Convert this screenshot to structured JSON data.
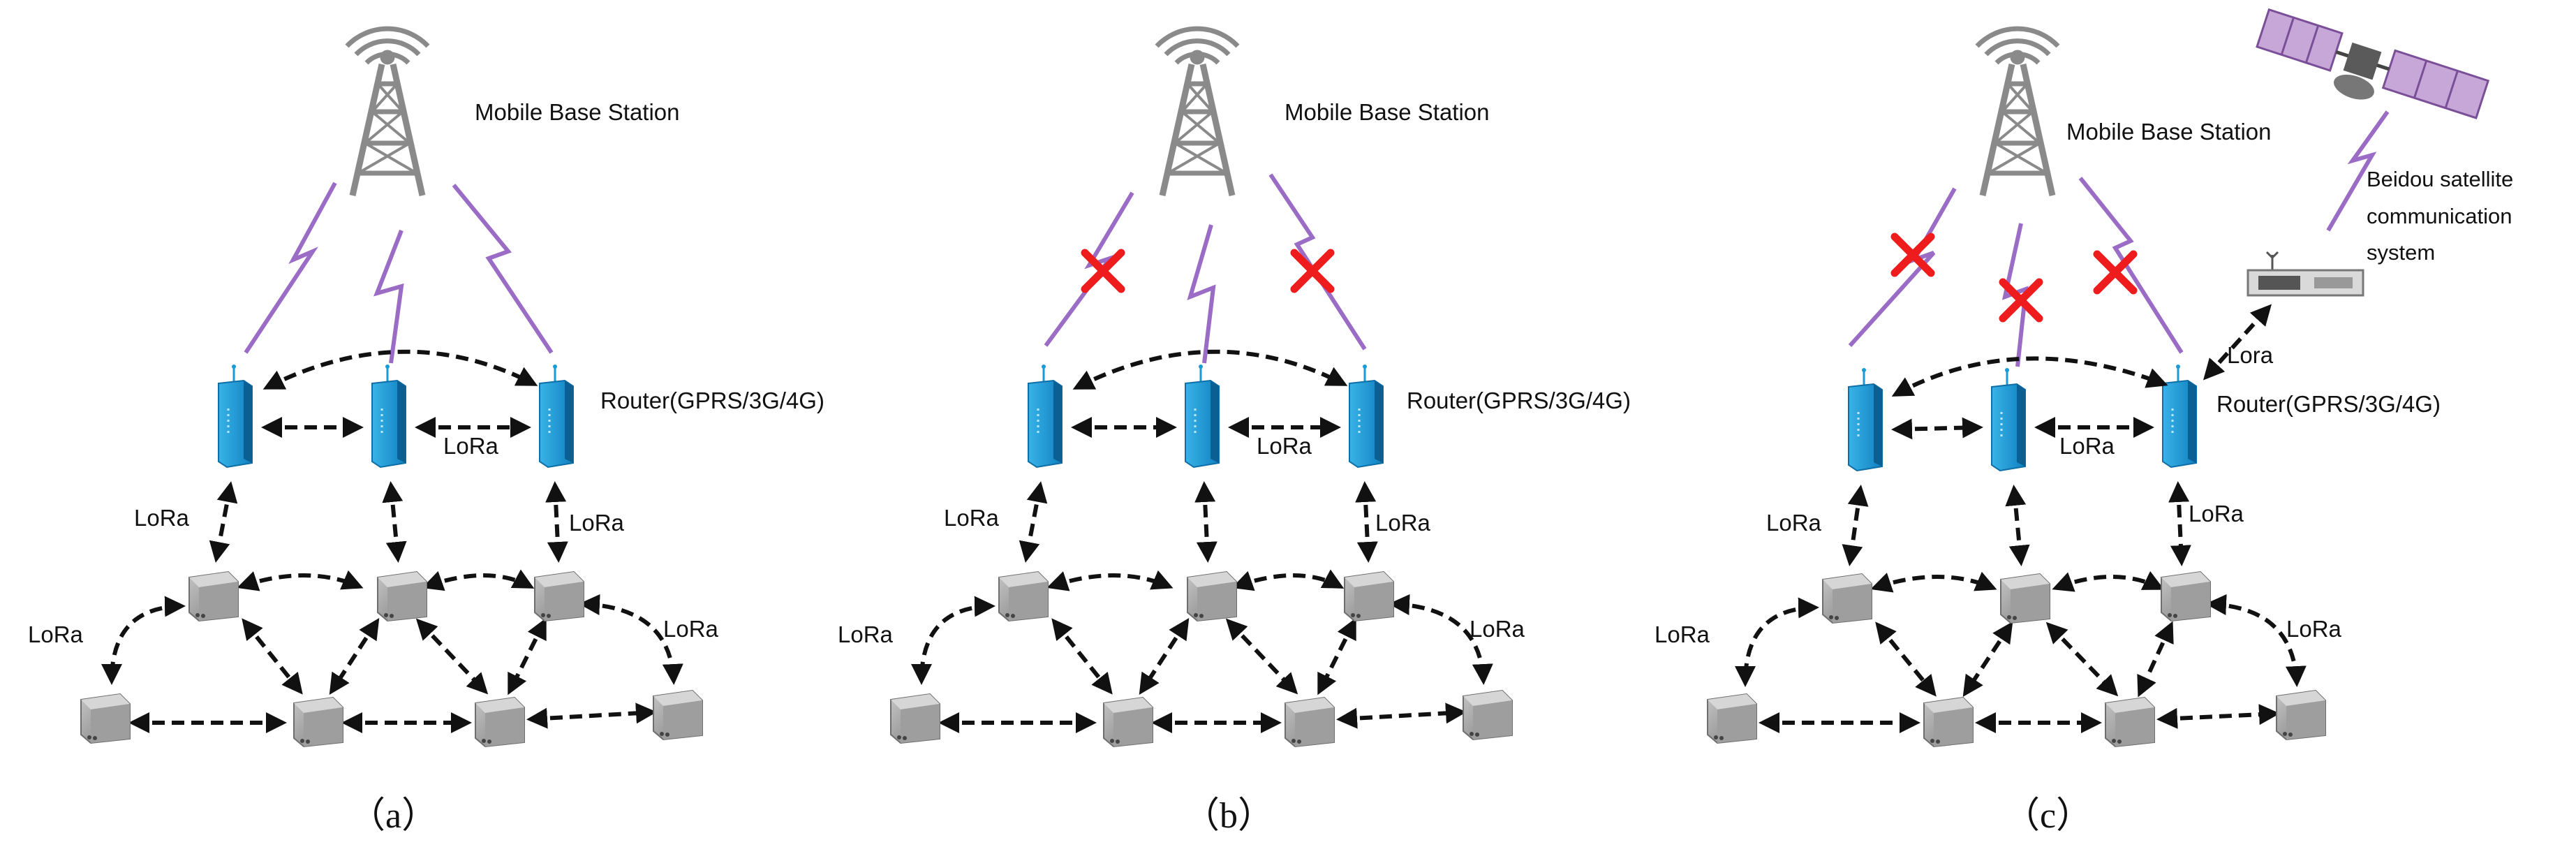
{
  "panels": [
    {
      "id": "a",
      "caption": "（a）",
      "base_station_label": "Mobile Base Station",
      "router_label": "Router(GPRS/3G/4G)",
      "link_label": "LoRa",
      "links_failed": [
        false,
        false,
        false
      ]
    },
    {
      "id": "b",
      "caption": "（b）",
      "base_station_label": "Mobile Base Station",
      "router_label": "Router(GPRS/3G/4G)",
      "link_label": "LoRa",
      "links_failed": [
        true,
        false,
        true
      ]
    },
    {
      "id": "c",
      "caption": "（c）",
      "base_station_label": "Mobile Base Station",
      "router_label": "Router(GPRS/3G/4G)",
      "link_label": "LoRa",
      "links_failed": [
        true,
        true,
        true
      ],
      "satellite_label": [
        "Beidou satellite",
        "communication",
        "system"
      ],
      "satellite_link_label": "Lora"
    }
  ],
  "icons": {
    "tower": "cell-tower-icon",
    "router": "router-icon",
    "node": "sensor-node-icon",
    "satellite": "satellite-icon",
    "terminal": "satellite-terminal-icon"
  },
  "colors": {
    "router": "#1a9ad6",
    "wireless": "#9b6cc6",
    "failure": "#ee1c1c",
    "node": "#9a9a9a"
  }
}
